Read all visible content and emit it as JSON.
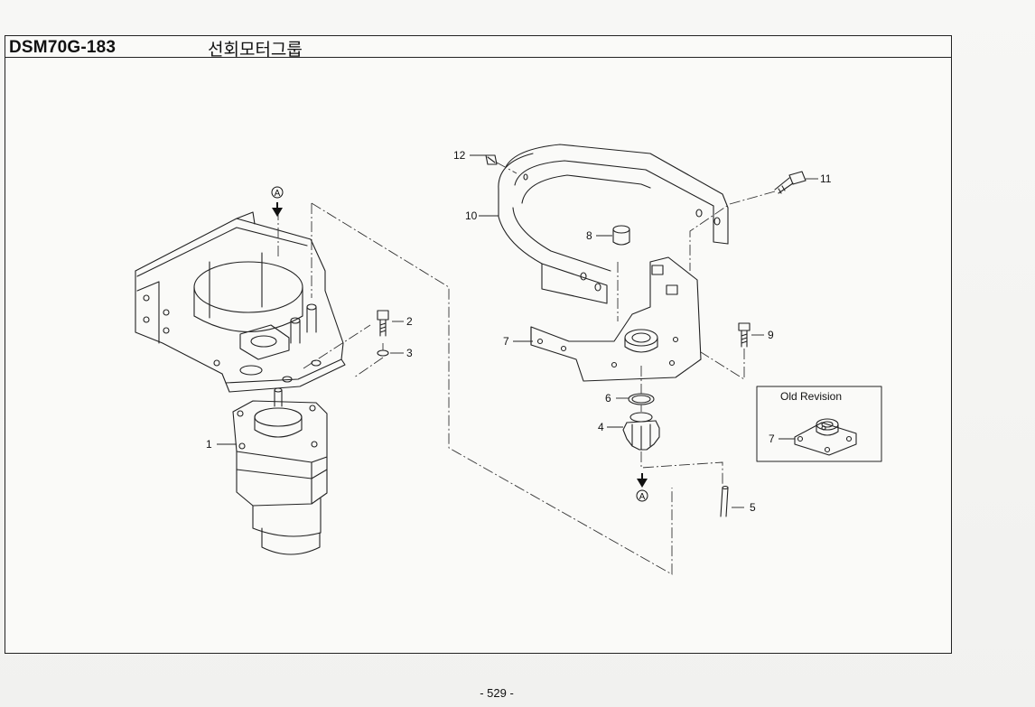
{
  "header": {
    "code": "DSM70G-183",
    "title": "선회모터그룹"
  },
  "callouts": {
    "p1": "1",
    "p2": "2",
    "p3": "3",
    "p4": "4",
    "p5": "5",
    "p6": "6",
    "p7": "7",
    "p8": "8",
    "p9": "9",
    "p10": "10",
    "p11": "11",
    "p12": "12",
    "p7_old": "7"
  },
  "markers": {
    "a_top": "A",
    "a_bottom": "A"
  },
  "old_revision": {
    "label": "Old Revision"
  },
  "footer": {
    "page": "- 529 -"
  }
}
